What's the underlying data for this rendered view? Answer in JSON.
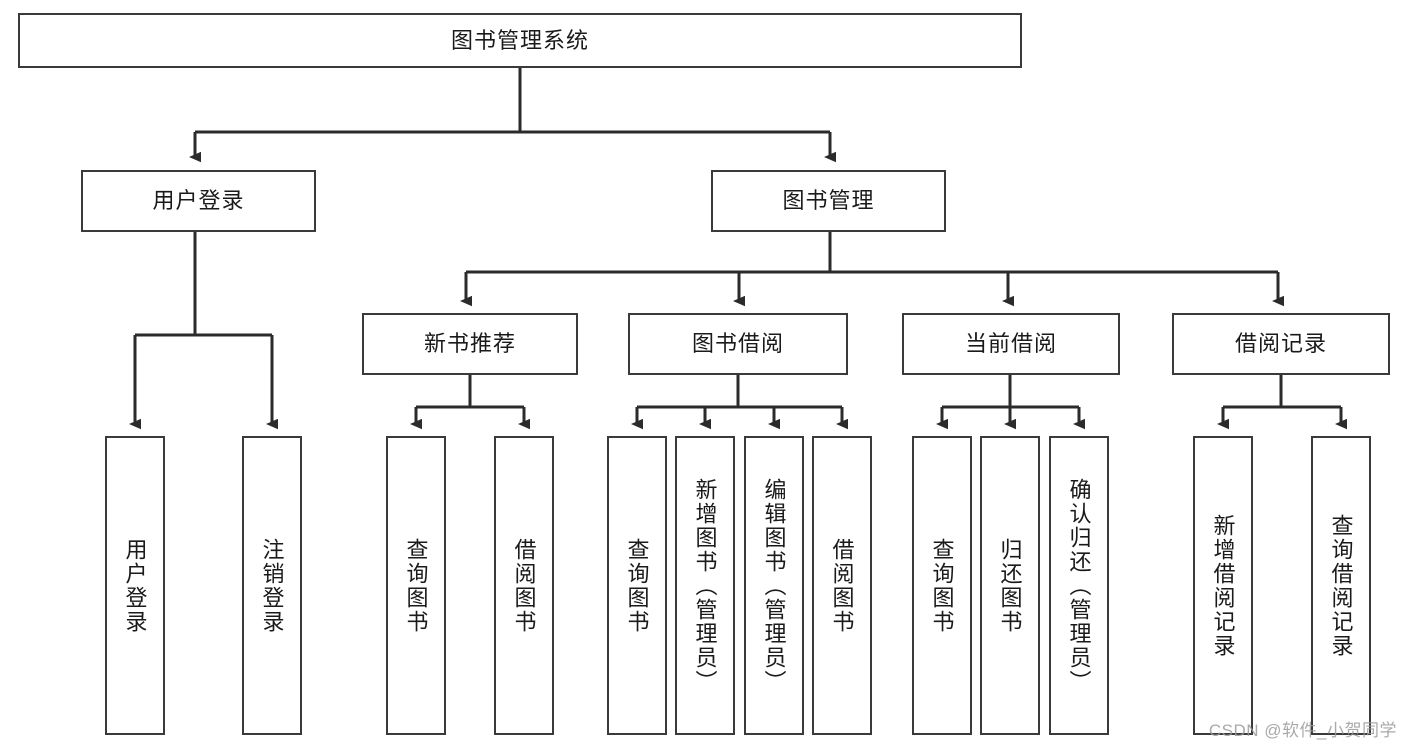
{
  "diagram": {
    "type": "tree-hierarchy",
    "title": "图书管理系统",
    "watermark": "CSDN @软件_小贺同学",
    "colors": {
      "box_border": "#3a3a3a",
      "box_fill": "#ffffff",
      "connector": "#2b2b2b",
      "text": "#1a1a1a",
      "watermark": "#9b9b9b"
    },
    "nodes": {
      "root": {
        "label": "图书管理系统"
      },
      "level1": [
        {
          "id": "user-login",
          "label": "用户登录"
        },
        {
          "id": "book-manage",
          "label": "图书管理"
        }
      ],
      "level2": [
        {
          "id": "new-book-recommend",
          "label": "新书推荐"
        },
        {
          "id": "book-borrow",
          "label": "图书借阅"
        },
        {
          "id": "current-borrow",
          "label": "当前借阅"
        },
        {
          "id": "borrow-record",
          "label": "借阅记录"
        }
      ],
      "leaves": {
        "user_login": [
          {
            "id": "leaf-user-login",
            "label": "用户登录"
          },
          {
            "id": "leaf-logout-login",
            "label": "注销登录"
          }
        ],
        "new_book_recommend": [
          {
            "id": "leaf-query-book-1",
            "label": "查询图书"
          },
          {
            "id": "leaf-borrow-book-1",
            "label": "借阅图书"
          }
        ],
        "book_borrow": [
          {
            "id": "leaf-query-book-2",
            "label": "查询图书"
          },
          {
            "id": "leaf-add-book",
            "label": "新增图书（管理员）"
          },
          {
            "id": "leaf-edit-book",
            "label": "编辑图书（管理员）"
          },
          {
            "id": "leaf-borrow-book-2",
            "label": "借阅图书"
          }
        ],
        "current_borrow": [
          {
            "id": "leaf-query-book-3",
            "label": "查询图书"
          },
          {
            "id": "leaf-return-book",
            "label": "归还图书"
          },
          {
            "id": "leaf-confirm-return",
            "label": "确认归还（管理员）"
          }
        ],
        "borrow_record": [
          {
            "id": "leaf-add-record",
            "label": "新增借阅记录"
          },
          {
            "id": "leaf-query-record",
            "label": "查询借阅记录"
          }
        ]
      }
    }
  }
}
